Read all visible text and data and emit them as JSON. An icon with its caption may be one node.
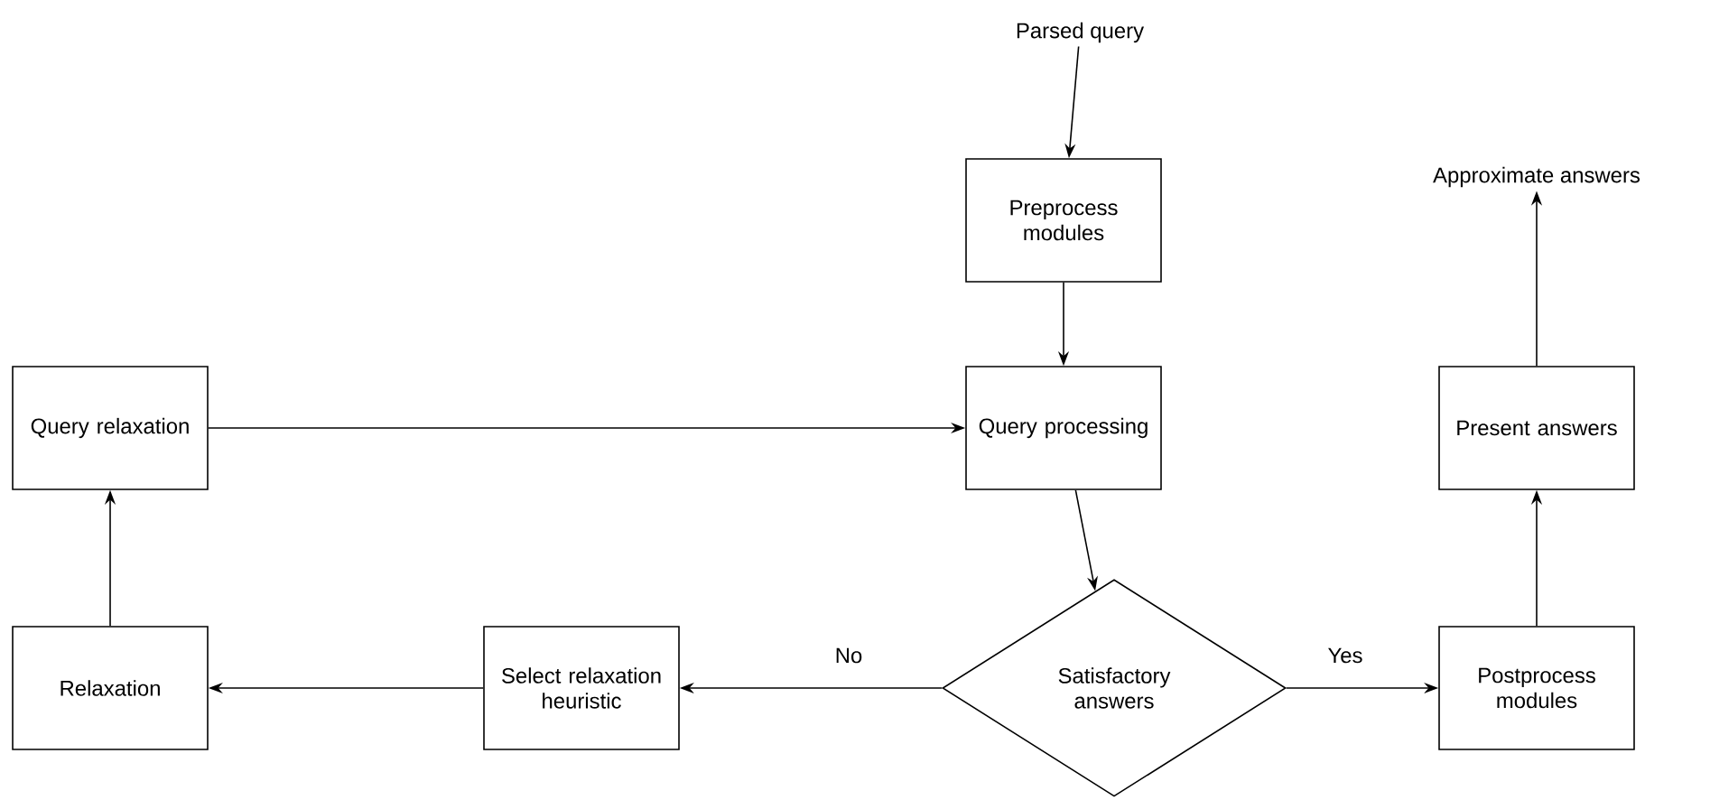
{
  "diagram": {
    "nodes": [
      {
        "text": [
          "Parsed query"
        ]
      },
      {
        "text": [
          "Preprocess modules"
        ]
      },
      {
        "text": [
          "Query processing"
        ]
      },
      {
        "text": [
          "Query relaxation"
        ]
      },
      {
        "text": [
          "Relaxation"
        ]
      },
      {
        "text": [
          "Select relaxation heuristic"
        ]
      },
      {
        "text": [
          "Satisfactory answers"
        ]
      },
      {
        "text": [
          "Postprocess modules"
        ]
      },
      {
        "text": [
          "Present answers"
        ]
      },
      {
        "text": [
          "Approximate answers"
        ]
      }
    ],
    "edges": [
      {
        "from": 0,
        "to": 1,
        "arrow": "to"
      },
      {
        "from": 1,
        "to": 2,
        "arrow": "to"
      },
      {
        "from": 3,
        "to": 2,
        "arrow": "to"
      },
      {
        "from": 2,
        "to": 6,
        "arrow": "to"
      },
      {
        "from": 6,
        "to": 5,
        "arrow": "to",
        "label": "No"
      },
      {
        "from": 5,
        "to": 4,
        "arrow": "to"
      },
      {
        "from": 4,
        "to": 3,
        "arrow": "to"
      },
      {
        "from": 6,
        "to": 7,
        "arrow": "to",
        "label": "Yes"
      },
      {
        "from": 7,
        "to": 8,
        "arrow": "to"
      },
      {
        "from": 8,
        "to": 9,
        "arrow": "to"
      }
    ]
  }
}
